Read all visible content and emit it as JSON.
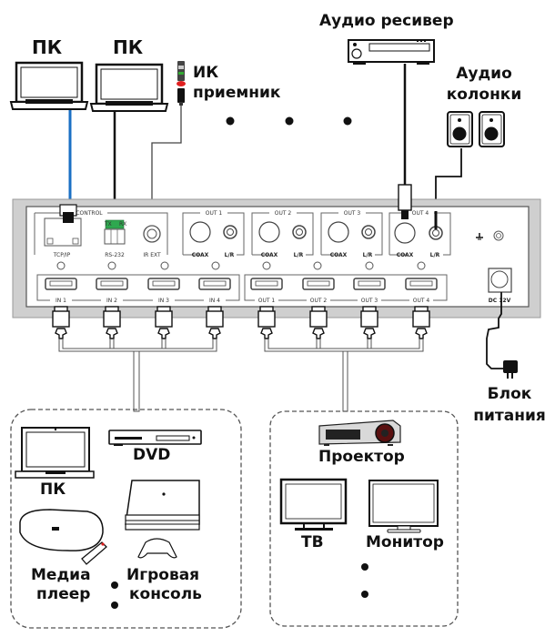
{
  "labels": {
    "pc1": "ПК",
    "pc2": "ПК",
    "ir_line1": "ИК",
    "ir_line2": "приемник",
    "audio_receiver": "Аудио ресивер",
    "speakers_line1": "Аудио",
    "speakers_line2": "колонки",
    "power_line1": "Блок",
    "power_line2": "питания",
    "src_pc": "ПК",
    "src_dvd": "DVD",
    "src_media_line1": "Медиа",
    "src_media_line2": "плеер",
    "src_console_line1": "Игровая",
    "src_console_line2": "консоль",
    "dst_projector": "Проектор",
    "dst_tv": "ТВ",
    "dst_monitor": "Монитор"
  },
  "panel": {
    "control": "CONTROL",
    "tcpip": "TCP/IP",
    "rs232": "RS-232",
    "tx": "TX",
    "rx": "RX",
    "ir_ext": "IR EXT",
    "outs": [
      {
        "title": "OUT 1",
        "coax": "COAX",
        "lr": "L/R"
      },
      {
        "title": "OUT 2",
        "coax": "COAX",
        "lr": "L/R"
      },
      {
        "title": "OUT 3",
        "coax": "COAX",
        "lr": "L/R"
      },
      {
        "title": "OUT 4",
        "coax": "COAX",
        "lr": "L/R"
      }
    ],
    "hdmi_in": [
      "IN 1",
      "IN 2",
      "IN 3",
      "IN 4"
    ],
    "hdmi_out": [
      "OUT 1",
      "OUT 2",
      "OUT 3",
      "OUT 4"
    ],
    "dc": "DC 12V"
  },
  "colors": {
    "network_cable": "#1a6fc4",
    "rs232_connector": "#2fa84f",
    "ir_red": "#e02020"
  }
}
